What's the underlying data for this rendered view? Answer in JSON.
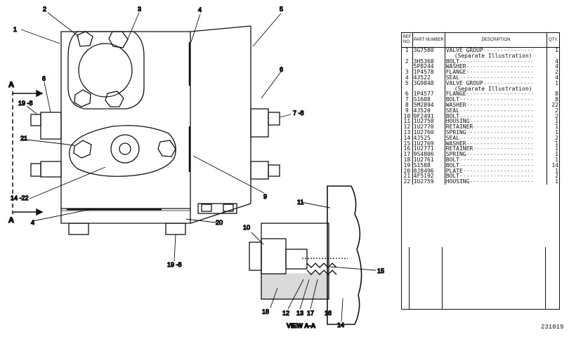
{
  "table": {
    "headers": {
      "ref": "REF NO.",
      "part_number": "PART NUMBER",
      "description": "DESCRIPTION",
      "qty": "QTY."
    },
    "rows": [
      {
        "ref": "1",
        "pn": "3G7580",
        "desc": "VALVE GROUP",
        "qty": "1"
      },
      {
        "ref": "",
        "pn": "",
        "desc": "(Separate Illustration)",
        "qty": "",
        "note": true
      },
      {
        "ref": "2",
        "pn": "3H5368",
        "desc": "BOLT",
        "qty": "4"
      },
      {
        "ref": "",
        "pn": "5P8244",
        "desc": "WASHER",
        "qty": "4"
      },
      {
        "ref": "3",
        "pn": "1P4578",
        "desc": "FLANGE",
        "qty": "2"
      },
      {
        "ref": "4",
        "pn": "4J522",
        "desc": "SEAL",
        "qty": "4"
      },
      {
        "ref": "5",
        "pn": "3G9848",
        "desc": "VALVE GROUP",
        "qty": "1"
      },
      {
        "ref": "",
        "pn": "",
        "desc": "(Separate Illustration)",
        "qty": "",
        "note": true
      },
      {
        "ref": "6",
        "pn": "1P4577",
        "desc": "FLANGE",
        "qty": "8"
      },
      {
        "ref": "7",
        "pn": "S1608",
        "desc": "BOLT",
        "qty": "8"
      },
      {
        "ref": "8",
        "pn": "5M2894",
        "desc": "WASHER",
        "qty": "22"
      },
      {
        "ref": "9",
        "pn": "4J520",
        "desc": "SEAL",
        "qty": "2"
      },
      {
        "ref": "10",
        "pn": "9F2491",
        "desc": "BOLT",
        "qty": "2"
      },
      {
        "ref": "11",
        "pn": "1U2758",
        "desc": "HOUSING",
        "qty": "1"
      },
      {
        "ref": "12",
        "pn": "1U2770",
        "desc": "RETAINER",
        "qty": "1"
      },
      {
        "ref": "13",
        "pn": "1U2760",
        "desc": "SPRING",
        "qty": "1"
      },
      {
        "ref": "14",
        "pn": "4J525",
        "desc": "SEAL",
        "qty": "2"
      },
      {
        "ref": "15",
        "pn": "1U2769",
        "desc": "WASHER",
        "qty": "1"
      },
      {
        "ref": "16",
        "pn": "1U2771",
        "desc": "RETAINER",
        "qty": "1"
      },
      {
        "ref": "17",
        "pn": "9S4806",
        "desc": "SPRING",
        "qty": "1"
      },
      {
        "ref": "18",
        "pn": "1U2761",
        "desc": "BOLT",
        "qty": "1"
      },
      {
        "ref": "19",
        "pn": "S1588",
        "desc": "BOLT",
        "qty": "14"
      },
      {
        "ref": "20",
        "pn": "8J8496",
        "desc": "PLATE",
        "qty": "1"
      },
      {
        "ref": "21",
        "pn": "4F5192",
        "desc": "BOLT",
        "qty": "2"
      },
      {
        "ref": "22",
        "pn": "1U2759",
        "desc": "HOUSING",
        "qty": "1"
      }
    ]
  },
  "callouts": {
    "c1": "1",
    "c2": "2",
    "c3": "3",
    "c4a": "4",
    "c4b": "4",
    "c5": "5",
    "c6a": "6",
    "c6b": "6",
    "c7_8": "7 -8",
    "c9": "9",
    "c10": "10",
    "c11": "11",
    "c12": "12",
    "c13": "13",
    "c14": "14",
    "c14_22": "14 -22",
    "c15": "15",
    "c16": "16",
    "c17": "17",
    "c18": "18",
    "c19_8a": "19 -8",
    "c19_8b": "19 -8",
    "c20": "20",
    "c21": "21",
    "section_top": "A",
    "section_bottom": "A"
  },
  "view_label": "VIEW A-A",
  "illustration_number": "231019"
}
